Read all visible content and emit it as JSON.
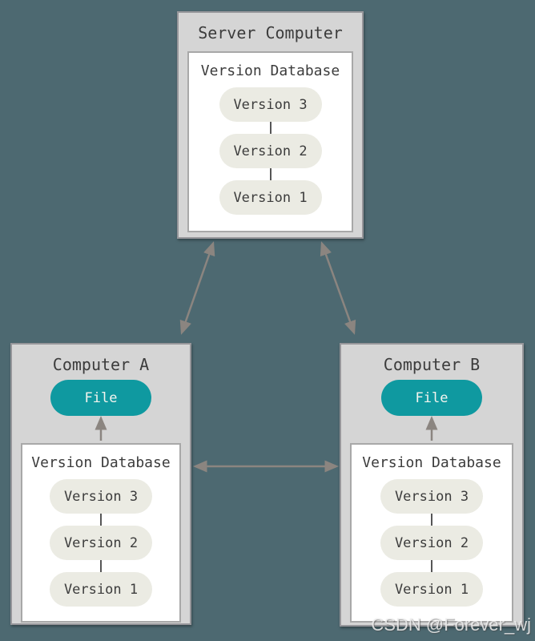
{
  "page": {
    "background_color": "#4d6971"
  },
  "colors": {
    "node_fill": "#d5d5d5",
    "node_border": "#96969a",
    "database_fill": "#ffffff",
    "database_border": "#a8a8a8",
    "version_pill_fill": "#ebebe3",
    "file_pill_fill": "#0f99a0",
    "file_pill_text": "#f4f4ee",
    "arrow_color": "#8b8580",
    "text_color": "#3c3c3c"
  },
  "nodes": {
    "server": {
      "title": "Server Computer",
      "db_title": "Version Database",
      "versions": [
        "Version 3",
        "Version 2",
        "Version 1"
      ]
    },
    "computer_a": {
      "title": "Computer A",
      "file_label": "File",
      "db_title": "Version Database",
      "versions": [
        "Version 3",
        "Version 2",
        "Version 1"
      ]
    },
    "computer_b": {
      "title": "Computer B",
      "file_label": "File",
      "db_title": "Version Database",
      "versions": [
        "Version 3",
        "Version 2",
        "Version 1"
      ]
    }
  },
  "watermark": {
    "text": "CSDN @Forever_wj"
  }
}
